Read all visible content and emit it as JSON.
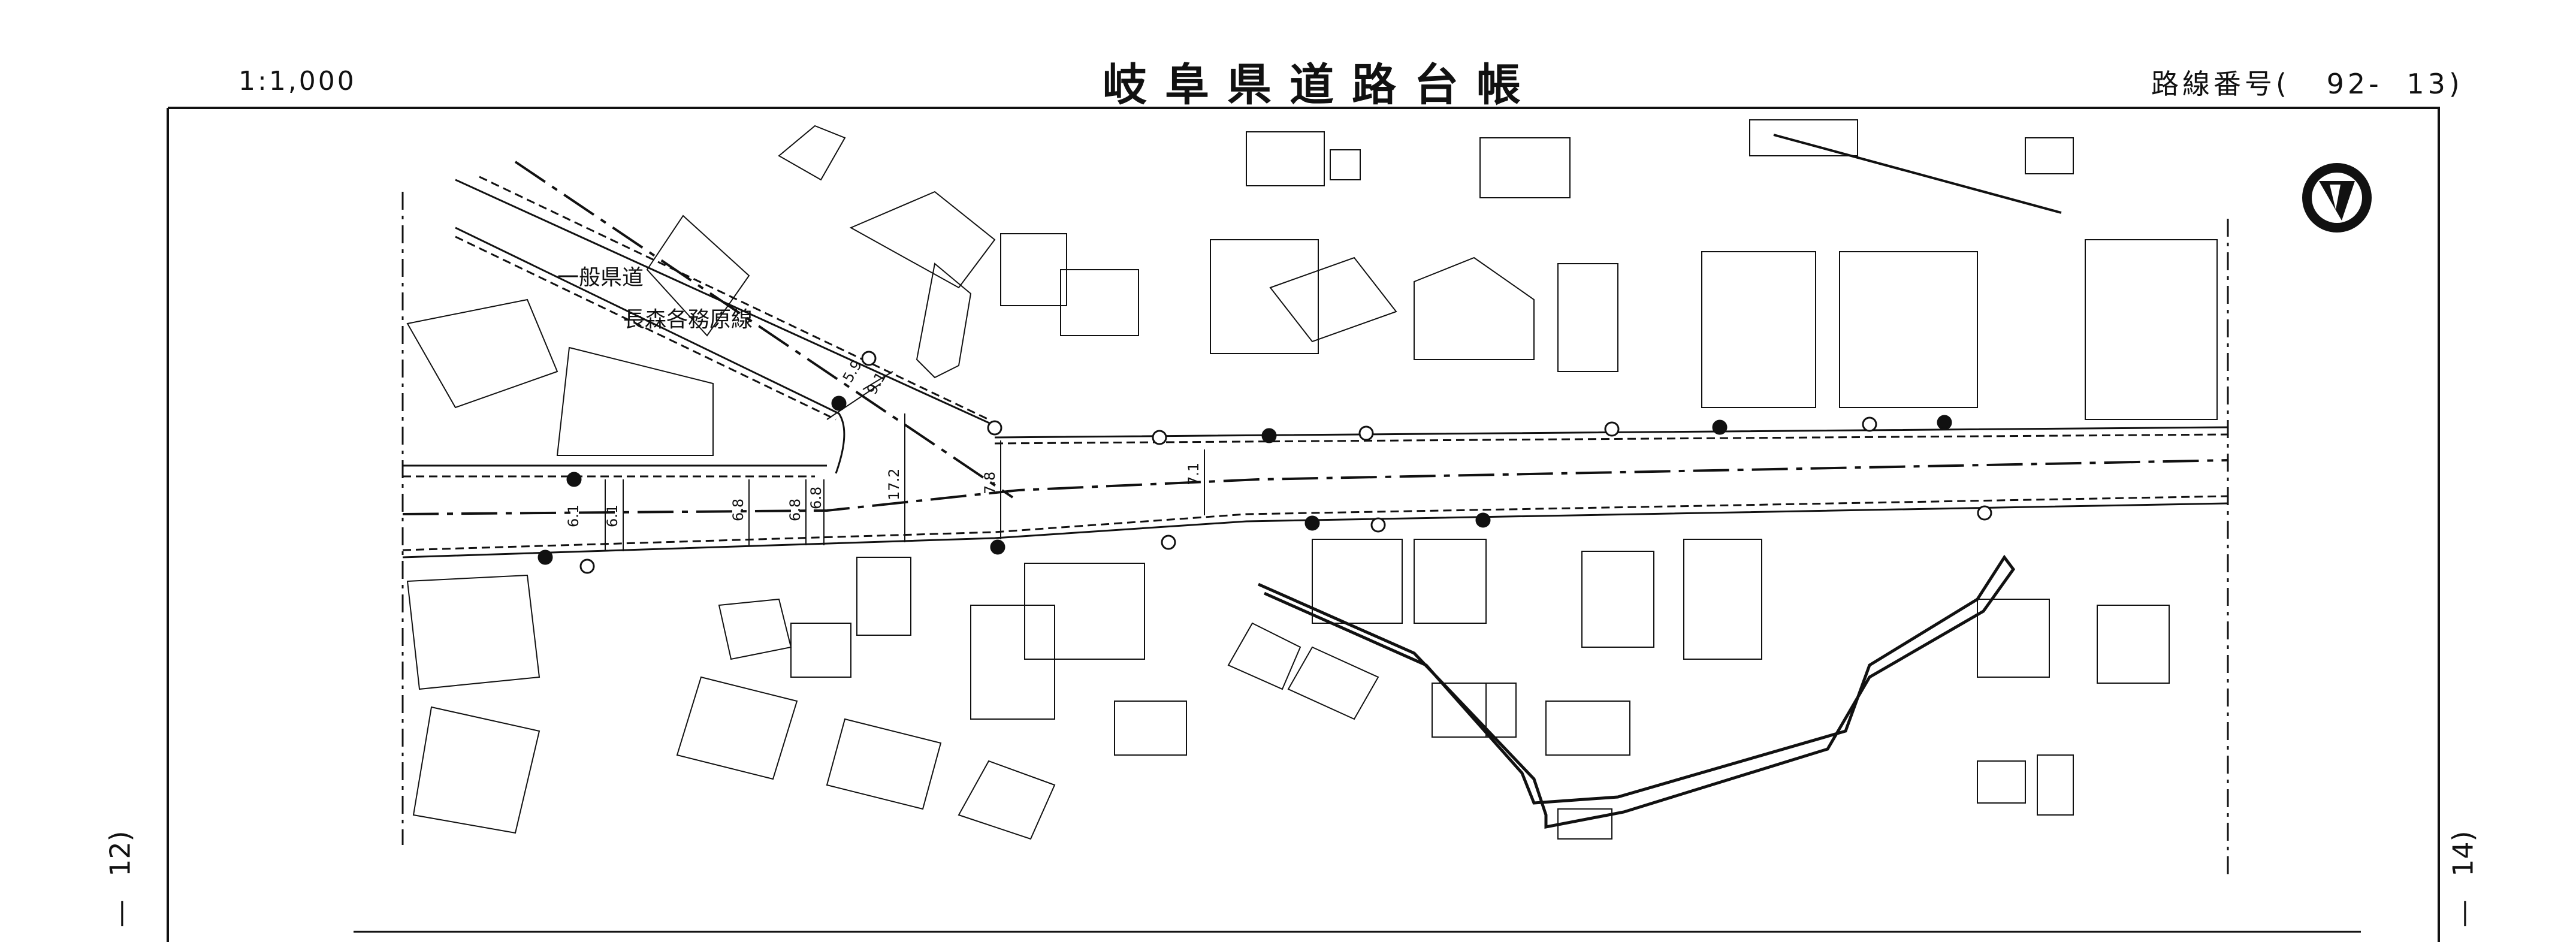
{
  "header": {
    "scale": "1:1,000",
    "title": "岐阜県道路台帳",
    "route_label": "路線番号(",
    "route_number": "92-",
    "route_suffix": "13)"
  },
  "adjacent_sheets": {
    "previous": "12)",
    "previous_dash": "—",
    "next": "14)",
    "next_dash": "—"
  },
  "map": {
    "road_class": "一般県道",
    "road_name": "長森各務原線",
    "widths": [
      "5.9",
      "9.1",
      "6.1",
      "6.1",
      "6.8",
      "6.8",
      "6.8",
      "17.2",
      "7.8",
      "7.1"
    ],
    "north_arrow": "north-arrow-icon",
    "line_color": "#111111"
  }
}
